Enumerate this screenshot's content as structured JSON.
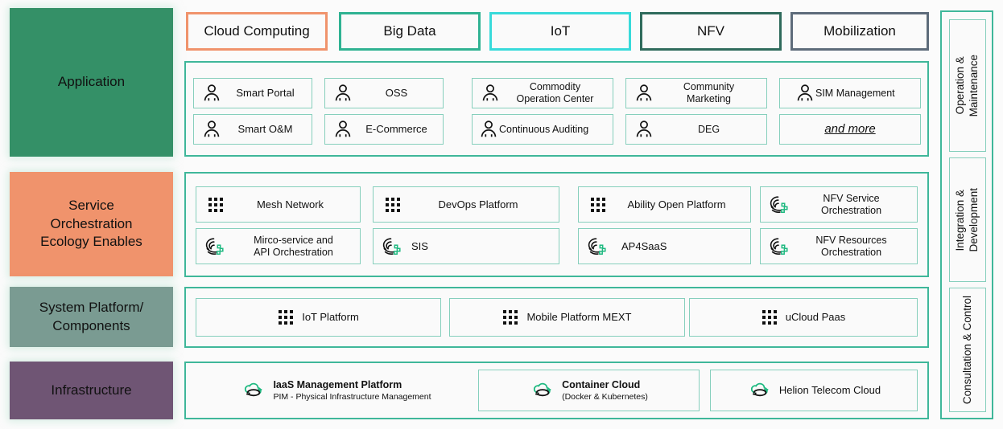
{
  "colors": {
    "accent_border": "#3fb79a",
    "tile_border": "#86cfbc",
    "application": "#349067",
    "service": "#f0936c",
    "system": "#7a9b92",
    "infrastructure": "#6f5574",
    "cat_cloud_computing": "#f0936c",
    "cat_big_data": "#2fb292",
    "cat_iot": "#38dada",
    "cat_nfv": "#2f6b5c",
    "cat_mobilization": "#5d6b7a",
    "icon_green": "#1eb980"
  },
  "categories": [
    {
      "label": "Cloud Computing",
      "color_key": "cat_cloud_computing"
    },
    {
      "label": "Big Data",
      "color_key": "cat_big_data"
    },
    {
      "label": "IoT",
      "color_key": "cat_iot"
    },
    {
      "label": "NFV",
      "color_key": "cat_nfv"
    },
    {
      "label": "Mobilization",
      "color_key": "cat_mobilization"
    }
  ],
  "layers": [
    {
      "id": "application",
      "label": "Application"
    },
    {
      "id": "service",
      "label": "Service\nOrchestration\nEcology Enables"
    },
    {
      "id": "system",
      "label": "System Platform/\nComponents"
    },
    {
      "id": "infrastructure",
      "label": "Infrastructure"
    }
  ],
  "application_items": [
    {
      "label": "Smart Portal",
      "icon": "person-icon"
    },
    {
      "label": "OSS",
      "icon": "person-icon"
    },
    {
      "label": "Commodity\nOperation Center",
      "icon": "person-icon"
    },
    {
      "label": "Community\nMarketing",
      "icon": "person-icon"
    },
    {
      "label": "SIM Management",
      "icon": "person-icon"
    },
    {
      "label": "Smart O&M",
      "icon": "person-icon"
    },
    {
      "label": "E-Commerce",
      "icon": "person-icon"
    },
    {
      "label": "Continuous Auditing",
      "icon": "person-icon"
    },
    {
      "label": "DEG",
      "icon": "person-icon"
    },
    {
      "label": "and more",
      "icon": "none",
      "emphasis": "italic-underline"
    }
  ],
  "service_items": [
    {
      "label": "Mesh Network",
      "icon": "grid-icon"
    },
    {
      "label": "DevOps Platform",
      "icon": "grid-icon"
    },
    {
      "label": "Ability Open Platform",
      "icon": "grid-icon"
    },
    {
      "label": "NFV Service\nOrchestration",
      "icon": "orchestration-icon"
    },
    {
      "label": "Mirco-service and\nAPI Orchestration",
      "icon": "orchestration-icon"
    },
    {
      "label": "SIS",
      "icon": "orchestration-icon"
    },
    {
      "label": "AP4SaaS",
      "icon": "orchestration-icon"
    },
    {
      "label": "NFV Resources\nOrchestration",
      "icon": "orchestration-icon"
    }
  ],
  "system_items": [
    {
      "label": "IoT Platform",
      "icon": "grid-icon"
    },
    {
      "label": "Mobile Platform MEXT",
      "icon": "grid-icon"
    },
    {
      "label": "uCloud Paas",
      "icon": "grid-icon"
    }
  ],
  "infrastructure_items": [
    {
      "label": "IaaS Management Platform",
      "sublabel": "PIM - Physical Infrastructure Management",
      "icon": "cloud-icon",
      "boxed": false
    },
    {
      "label": "Container Cloud",
      "sublabel": "(Docker & Kubernetes)",
      "icon": "cloud-icon",
      "boxed": true
    },
    {
      "label": "Helion Telecom Cloud",
      "sublabel": "",
      "icon": "cloud-icon",
      "boxed": true
    }
  ],
  "rail_items": [
    {
      "label": "Operation &\nMaintenance"
    },
    {
      "label": "Integration &\nDevelopment"
    },
    {
      "label": "Consultation & Control"
    }
  ]
}
